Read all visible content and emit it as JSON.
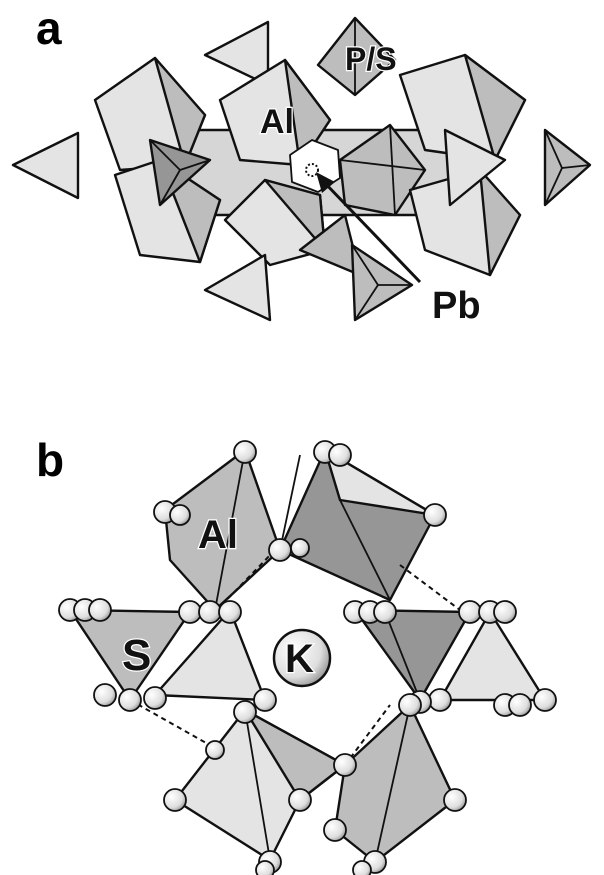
{
  "figure": {
    "panel_a": {
      "letter": "a",
      "labels": {
        "al": "Al",
        "ps": "P/S",
        "pb": "Pb"
      }
    },
    "panel_b": {
      "letter": "b",
      "labels": {
        "al": "Al",
        "s": "S",
        "k": "K"
      }
    }
  },
  "colors": {
    "light_face": "#e4e4e4",
    "mid_face": "#bdbdbd",
    "dark_face": "#969696",
    "edge": "#111111",
    "atom_fill": "#f2f2f2"
  }
}
